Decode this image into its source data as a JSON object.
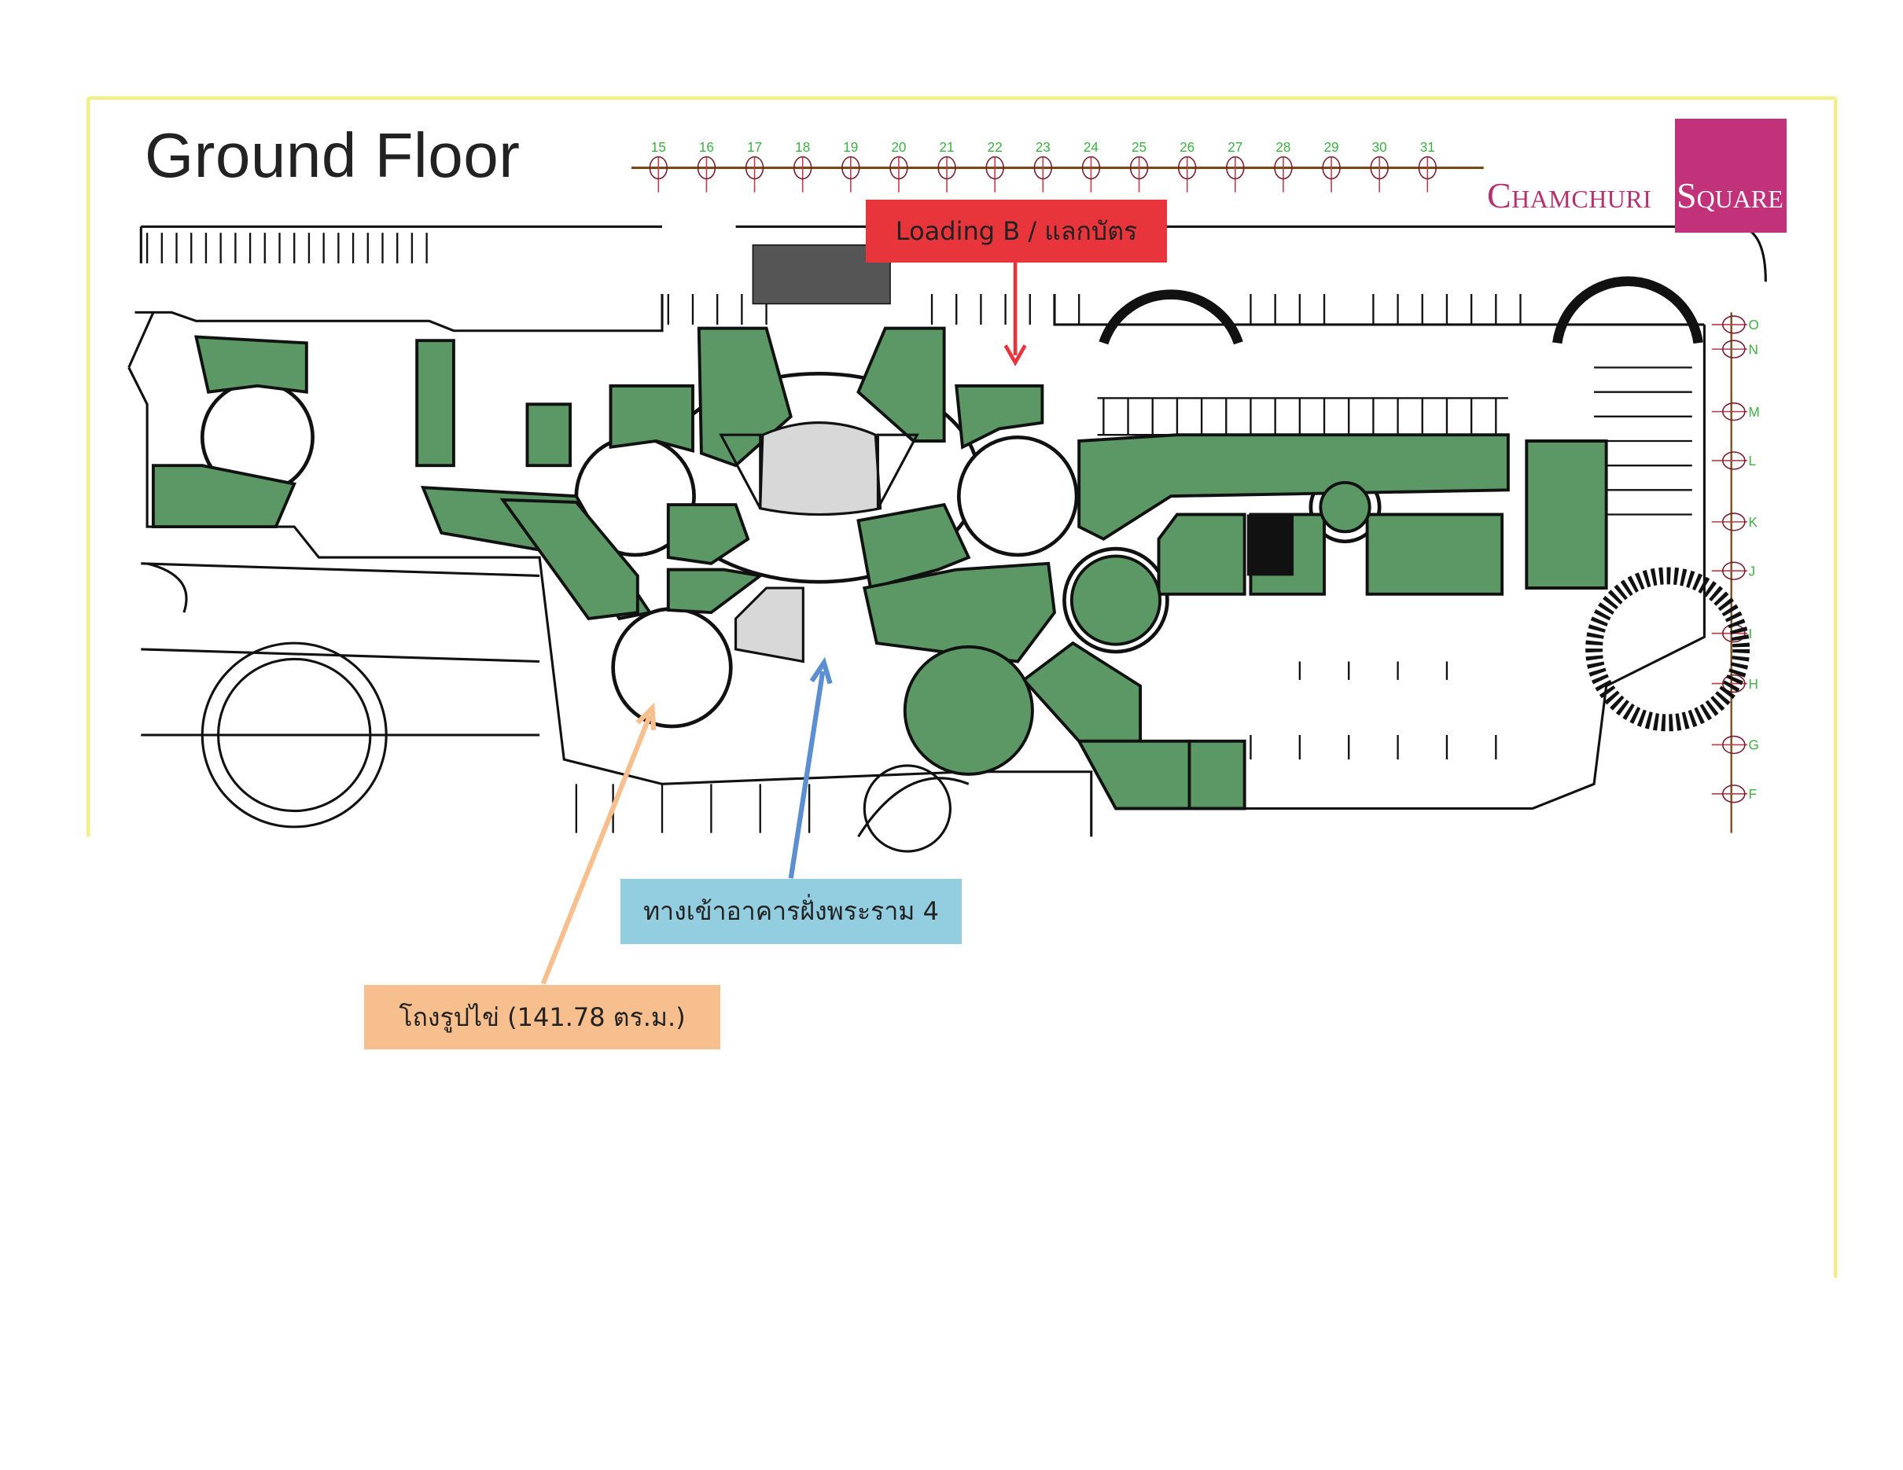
{
  "page": {
    "title": "Ground Floor"
  },
  "logo": {
    "left_text": "Chamchuri",
    "right_text": "Square",
    "brand_color": "#c2327a"
  },
  "grid": {
    "columns": [
      "15",
      "16",
      "17",
      "18",
      "19",
      "20",
      "21",
      "22",
      "23",
      "24",
      "25",
      "26",
      "27",
      "28",
      "29",
      "30",
      "31"
    ],
    "rows": [
      "O",
      "N",
      "M",
      "L",
      "K",
      "J",
      "I",
      "H",
      "G",
      "F"
    ]
  },
  "callouts": {
    "loading": {
      "label": "Loading B / แลกบัตร",
      "color": "#e8343b"
    },
    "entrance": {
      "label": "ทางเข้าอาคารฝั่งพระราม 4",
      "color": "#93cde0"
    },
    "egg_kiosk": {
      "label": "โถงรูปไข่  (141.78 ตร.ม.)",
      "color": "#f7bf8e"
    }
  },
  "colors": {
    "shop": "#5b9865",
    "frame": "#f2ee8c",
    "atrium": "#d8d8d8"
  }
}
